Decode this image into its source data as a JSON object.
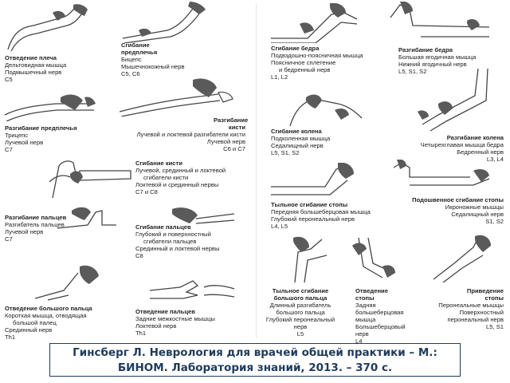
{
  "left": [
    {
      "title": "Отведение плеча",
      "lines": [
        "Дельтовидная мышца",
        "Подмышечный нерв",
        "C5"
      ],
      "icon": "arm-abduction-illustration"
    },
    {
      "title": "Сгибание предплечья",
      "lines": [
        "Бицепс",
        "Мышечнокожный нерв",
        "C5, C6"
      ],
      "icon": "elbow-flexion-illustration"
    },
    {
      "title": "Разгибание предплечья",
      "lines": [
        "Трицепс",
        "Лучевой нерв",
        "C7"
      ],
      "icon": "elbow-extension-illustration"
    },
    {
      "title": "Разгибание кисти",
      "lines": [
        "Лучевой и локтевой разгибатели кисти",
        "Лучевой нерв",
        "C6 и C7"
      ],
      "icon": "wrist-extension-illustration"
    },
    {
      "title": "Сгибание кисти",
      "lines": [
        "Лучевой, срединный и локтевой",
        "сгибатели кисти",
        "Локтевой и срединный нервы",
        "C7 и C8"
      ],
      "icon": "wrist-flexion-illustration"
    },
    {
      "title": "Разгибание пальцев",
      "lines": [
        "Разгибатель пальцев",
        "Лучевой нерв",
        "C7"
      ],
      "icon": "finger-extension-illustration"
    },
    {
      "title": "Сгибание пальцев",
      "lines": [
        "Глубокий и поверхностный",
        "сгибатели пальцев",
        "Срединный и локтевой нервы",
        "C8"
      ],
      "icon": "finger-flexion-illustration"
    },
    {
      "title": "Отведение большого пальца",
      "lines": [
        "Короткая мышца, отводящая",
        "большой палец",
        "Срединный нерв",
        "Th1"
      ],
      "icon": "thumb-abduction-illustration"
    },
    {
      "title": "Отведение пальцев",
      "lines": [
        "Задние межкостные мышцы",
        "Локтевой нерв",
        "Th1"
      ],
      "icon": "finger-abduction-illustration"
    }
  ],
  "right": [
    {
      "title": "Сгибание бедра",
      "lines": [
        "Подвздошно-поясничная мышца",
        "Поясничное сплетение",
        "и бедренный нерв",
        "L1, L2"
      ],
      "icon": "hip-flexion-illustration"
    },
    {
      "title": "Разгибание бедра",
      "lines": [
        "Большая ягодичная мышца",
        "Нижний ягодичный нерв",
        "L5, S1, S2"
      ],
      "icon": "hip-extension-illustration"
    },
    {
      "title": "Сгибание колена",
      "lines": [
        "Подколенная мышца",
        "Седалищный нерв",
        "L5, S1, S2"
      ],
      "icon": "knee-flexion-illustration"
    },
    {
      "title": "Разгибание колена",
      "lines": [
        "Четырехглавая мышца бедра",
        "Бедренный нерв",
        "L3, L4"
      ],
      "icon": "knee-extension-illustration"
    },
    {
      "title": "Тыльное сгибание стопы",
      "lines": [
        "Передняя большеберцовая мышца",
        "Глубокий перонеальный нерв",
        "L4, L5"
      ],
      "icon": "ankle-dorsiflexion-illustration"
    },
    {
      "title": "Подошвенное сгибание стопы",
      "lines": [
        "Икроножные мышцы",
        "Седалищный нерв",
        "S1, S2"
      ],
      "icon": "plantar-flexion-illustration"
    },
    {
      "title": "Тыльное сгибание большого пальца",
      "lines": [
        "Длинный разгибатель",
        "большого пальца",
        "Глубокий перонеальный",
        "нерв",
        "L5"
      ],
      "icon": "toe-dorsiflexion-illustration"
    },
    {
      "title": "Отведение стопы",
      "lines": [
        "Задняя",
        "большеберцовая",
        "мышца",
        "Большеберцовый",
        "нерв",
        "L4"
      ],
      "icon": "foot-eversion-illustration"
    },
    {
      "title": "Приведение стопы",
      "lines": [
        "Перонеальные мышцы",
        "Поверхностный",
        "перонеальный нерв",
        "L5, S1"
      ],
      "icon": "foot-inversion-illustration"
    }
  ],
  "citation": {
    "line1": "Гинсберг Л. Неврология для врачей общей практики – М.:",
    "line2": "БИНОМ. Лаборатория знаний, 2013. – 370 с."
  },
  "colors": {
    "text": "#222222",
    "examiner_hand": "#555555",
    "skin_outline": "#444444",
    "citation": "#1f3b5c"
  }
}
